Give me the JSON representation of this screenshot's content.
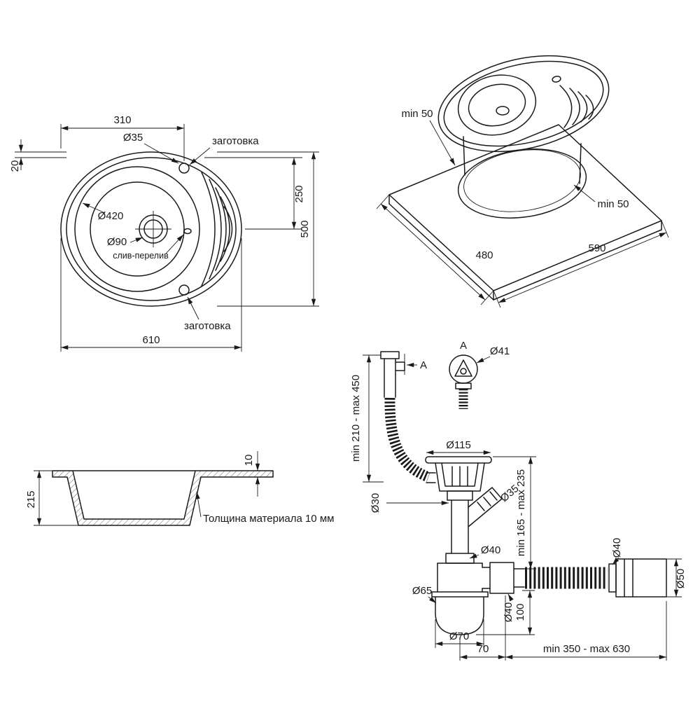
{
  "colors": {
    "line": "#1a1a1a",
    "background": "#ffffff"
  },
  "top_view": {
    "dim_width_to_hole": "310",
    "hole_diameter": "Ø35",
    "blank_label_top": "заготовка",
    "rim_width": "20",
    "dim_center_offset": "250",
    "dim_depth": "500",
    "bowl_diameter": "Ø420",
    "drain_diameter": "Ø90",
    "overflow_label": "слив-перелив",
    "blank_label_bottom": "заготовка",
    "dim_width": "610"
  },
  "iso_view": {
    "clearance_left": "min 50",
    "clearance_right": "min 50",
    "cutout_depth": "480",
    "cutout_width": "590"
  },
  "section_view": {
    "flange_thickness": "10",
    "bowl_depth": "215",
    "note": "Толщина материала 10 мм"
  },
  "siphon_view": {
    "detail_label": "A",
    "detail_ref_label": "A",
    "overflow_head_diameter": "Ø41",
    "overflow_height_range": "min 210 - max 450",
    "strainer_diameter": "Ø115",
    "tailpipe_diameter": "Ø30",
    "branch_diameter": "Ø35",
    "drain_height_range": "min 165 - max 235",
    "tail_diameter": "Ø40",
    "cup_diameter": "Ø65",
    "outlet_diameter": "Ø40",
    "outlet_drop": "100",
    "cup_bottom_diameter": "Ø70",
    "outlet_offset": "70",
    "hose_length_range": "min 350 - max 630",
    "hose_diameter": "Ø40",
    "fitting_diameter": "Ø50"
  }
}
